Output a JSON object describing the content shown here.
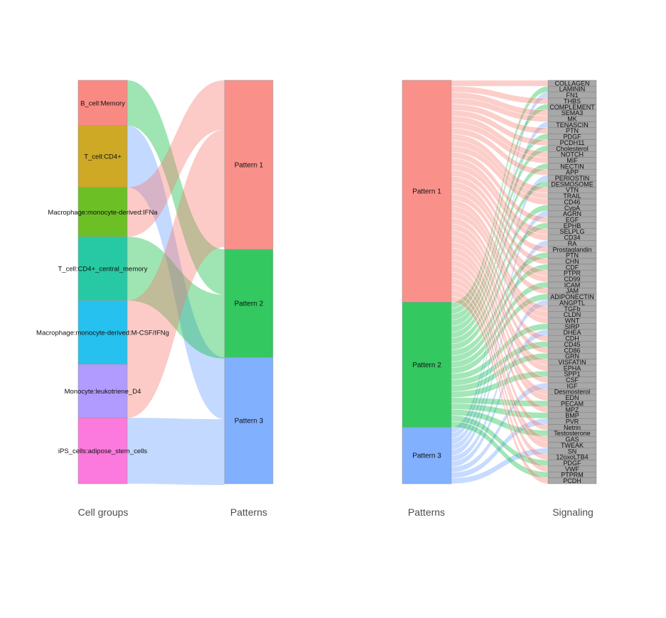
{
  "chart_data": [
    {
      "type": "alluvial",
      "panel": "left",
      "axis_labels": [
        "Cell groups",
        "Patterns"
      ],
      "left_nodes": [
        {
          "name": "B_cell:Memory",
          "weight": 1.1,
          "color": "#F8766D"
        },
        {
          "name": "T_cell:CD4+",
          "weight": 1.5,
          "color": "#C49A00"
        },
        {
          "name": "Macrophage:monocyte-derived:IFNa",
          "weight": 1.2,
          "color": "#53B400"
        },
        {
          "name": "T_cell:CD4+_central_memory",
          "weight": 1.55,
          "color": "#00C094"
        },
        {
          "name": "Macrophage:monocyte-derived:M-CSF/IFNg",
          "weight": 1.55,
          "color": "#00B6EB"
        },
        {
          "name": "Monocyte:leukotriene_D4",
          "weight": 1.3,
          "color": "#A58AFF"
        },
        {
          "name": "iPS_cells:adipose_stem_cells",
          "weight": 1.6,
          "color": "#FB61D7"
        }
      ],
      "right_nodes": [
        {
          "name": "Pattern 1",
          "weight": 4.15,
          "color": "#F8766D"
        },
        {
          "name": "Pattern 2",
          "weight": 2.65,
          "color": "#00BA38"
        },
        {
          "name": "Pattern 3",
          "weight": 3.1,
          "color": "#619CFF"
        }
      ],
      "flows": [
        {
          "from": 0,
          "to": 1,
          "weight": 1.1
        },
        {
          "from": 1,
          "to": 2,
          "weight": 1.5
        },
        {
          "from": 2,
          "to": 0,
          "weight": 1.2
        },
        {
          "from": 3,
          "to": 1,
          "weight": 1.55
        },
        {
          "from": 4,
          "to": 0,
          "weight": 1.55
        },
        {
          "from": 5,
          "to": 0,
          "weight": 1.3
        },
        {
          "from": 6,
          "to": 2,
          "weight": 1.6
        }
      ]
    },
    {
      "type": "alluvial",
      "panel": "right",
      "axis_labels": [
        "Patterns",
        "Signaling"
      ],
      "left_nodes": [
        {
          "name": "Pattern 1",
          "weight": 5.5,
          "color": "#F8766D"
        },
        {
          "name": "Pattern 2",
          "weight": 3.1,
          "color": "#00BA38"
        },
        {
          "name": "Pattern 3",
          "weight": 1.4,
          "color": "#619CFF"
        }
      ],
      "right_node_color": "#a8a8a8",
      "right_nodes": [
        "COLLAGEN",
        "LAMININ",
        "FN1",
        "THBS",
        "COMPLEMENT",
        "SEMA3",
        "MK",
        "TENASCIN",
        "PTN",
        "PDGF",
        "PCDH11",
        "Cholesterol",
        "NOTCH",
        "MIF",
        "NECTIN",
        "APP",
        "PERIOSTIN",
        "DESMOSOME",
        "VTN",
        "TRAIL",
        "CD46",
        "CypA",
        "AGRN",
        "EGF",
        "EPHB",
        "SELPLG",
        "CD34",
        "RA",
        "Prostaglandin",
        "PTN",
        "CHN",
        "CDF",
        "PTPR",
        "CD99",
        "ICAM",
        "JAM",
        "ADIPONECTIN",
        "ANGPTL",
        "TGFb",
        "CLDN",
        "WNT",
        "SIRP",
        "DHEA",
        "CDH",
        "CD45",
        "CD86",
        "GRN",
        "VISFATIN",
        "EPHA",
        "SPP1",
        "CSF",
        "IGF",
        "Desmosterol",
        "EDN",
        "PECAM",
        "MPZ",
        "BMP",
        "PVR",
        "Netrin",
        "Testosterone",
        "GAS",
        "TWEAK",
        "SN",
        "12oxoLTB4",
        "PDGF",
        "VWF",
        "PTPRM",
        "PCDH"
      ],
      "right_nodes_weight_each": 1
    }
  ]
}
